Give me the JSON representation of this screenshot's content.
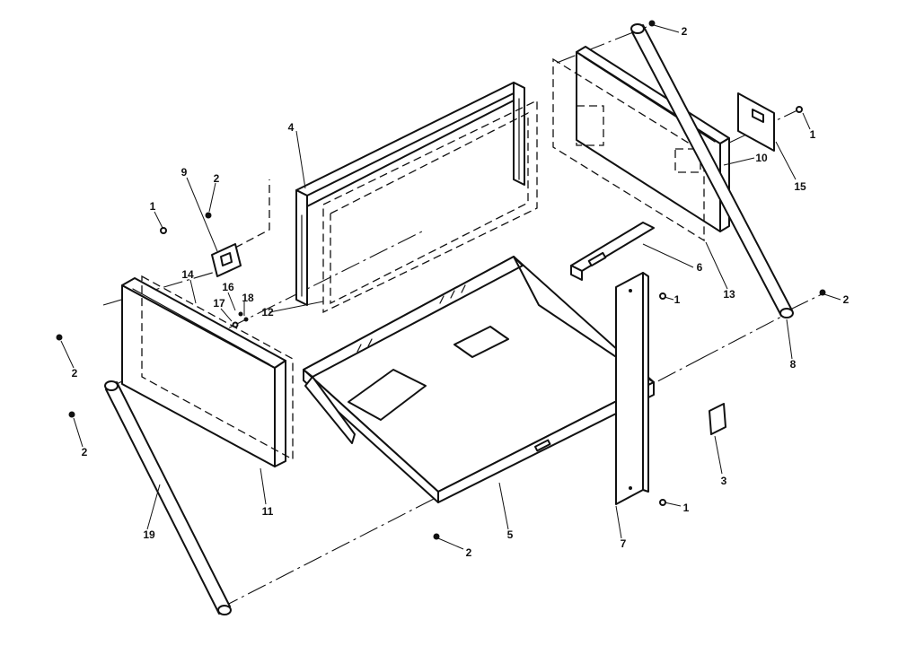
{
  "callouts": {
    "c1": "1",
    "c2": "2",
    "c3": "3",
    "c4": "4",
    "c5": "5",
    "c6": "6",
    "c7": "7",
    "c8": "8",
    "c9": "9",
    "c10": "10",
    "c11": "11",
    "c12": "12",
    "c13": "13",
    "c14": "14",
    "c15": "15",
    "c16": "16",
    "c17": "17",
    "c18": "18",
    "c19": "19"
  },
  "style": {
    "line_color": "#111111",
    "background": "#ffffff"
  }
}
